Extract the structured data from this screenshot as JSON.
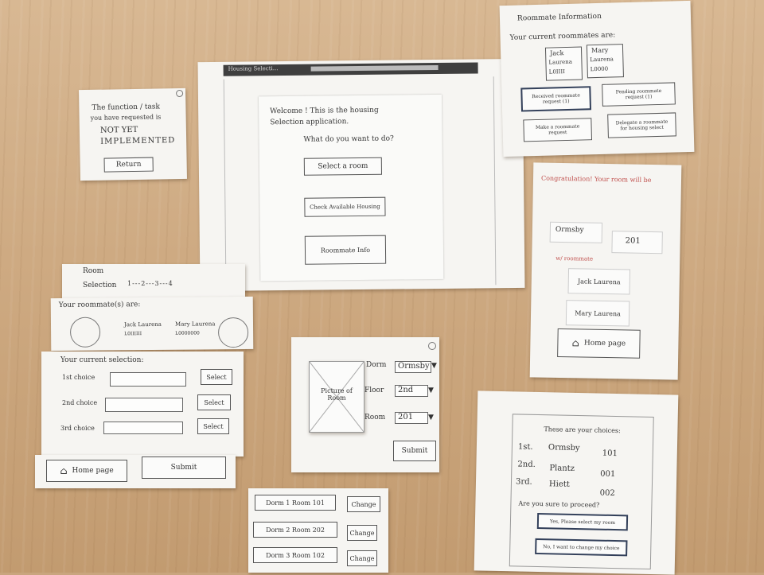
{
  "not_impl": {
    "line1": "The function / task",
    "line2": "you have requested is",
    "line3": "NOT YET",
    "line4": "IMPLEMENTED",
    "return_label": "Return"
  },
  "browser": {
    "tab_label": "Housing Selecti...",
    "welcome_line1": "Welcome ! This is the housing",
    "welcome_line2": "Selection application.",
    "question": "What do you want to do?",
    "btn_select_room": "Select a room",
    "btn_check_housing": "Check Available Housing",
    "btn_roommate": "Roommate Info"
  },
  "roommate_info": {
    "title": "Roommate Information",
    "current": "Your current roommates are:",
    "name1": "Jack",
    "surname1": "Laurena",
    "id1": "L0IIII",
    "name2": "Mary",
    "surname2": "Laurena",
    "id2": "L0000",
    "btn_received": "Received roommate request (1)",
    "btn_pending": "Pending roommate request (1)",
    "btn_make": "Make a roommate request",
    "btn_delegate": "Delegate a roommate for housing select"
  },
  "congrats": {
    "headline": "Congratulation! Your room will be",
    "dorm": "Ormsby",
    "room": "201",
    "with": "w/ roommate",
    "mate1": "Jack Laurena",
    "mate2": "Mary Laurena",
    "home_label": "Home page"
  },
  "selection_form": {
    "room_label": "Room",
    "selection_label": "Selection",
    "progress": "1---2---3---4",
    "roommates_label": "Your roommate(s) are:",
    "mate1": "Jack Laurena",
    "mate1_id": "L0IIIIII",
    "mate2": "Mary Laurena",
    "mate2_id": "L0000000",
    "current": "Your current selection:",
    "choice1": "1st choice",
    "choice2": "2nd choice",
    "choice3": "3rd choice",
    "select": "Select",
    "home_label": "Home page",
    "submit": "Submit"
  },
  "room_picker": {
    "picture": "Picture of Room",
    "dorm_label": "Dorm",
    "dorm_value": "Ormsby",
    "floor_label": "Floor",
    "floor_value": "2nd",
    "room_label": "Room",
    "room_value": "201",
    "submit": "Submit"
  },
  "choices_list": {
    "row1": "Dorm 1 Room 101",
    "row2": "Dorm 2 Room 202",
    "row3": "Dorm 3 Room 102",
    "change": "Change"
  },
  "confirm": {
    "title": "These are your choices:",
    "r1_rank": "1st.",
    "r1_dorm": "Ormsby",
    "r1_room": "101",
    "r2_rank": "2nd.",
    "r2_dorm": "Plantz",
    "r2_room": "001",
    "r3_rank": "3rd.",
    "r3_dorm": "Hiett",
    "r3_room": "002",
    "question": "Are you sure to proceed?",
    "yes": "Yes, Please select my room",
    "no": "No, I want to change my choice"
  }
}
